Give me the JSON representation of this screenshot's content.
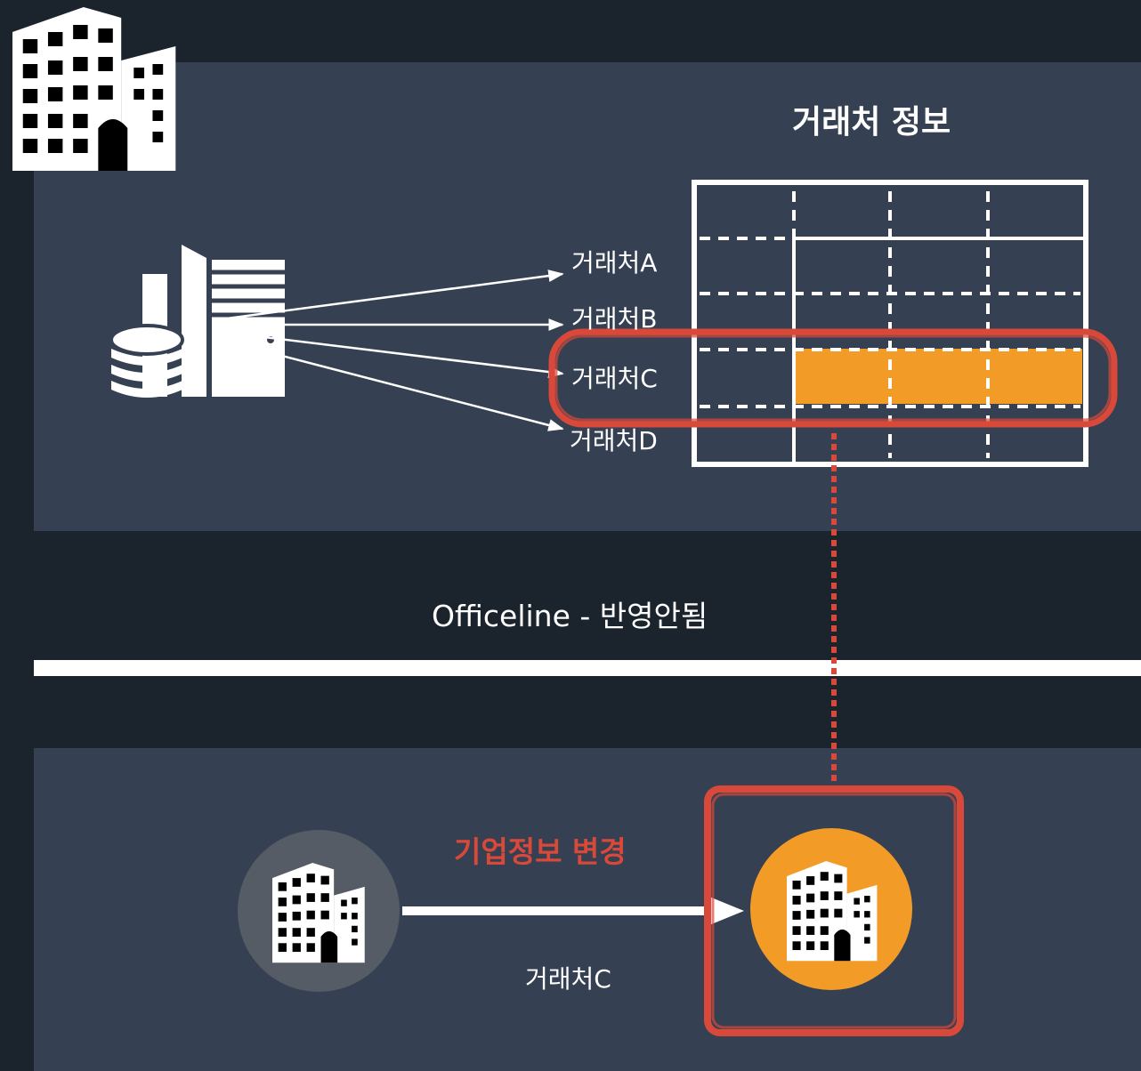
{
  "table_title": "거래처 정보",
  "row_labels": [
    "거래처A",
    "거래처B",
    "거래처C",
    "거래처D"
  ],
  "divider_text": "Officeline - 반영안됨",
  "change_text": "기업정보 변경",
  "company_label": "거래처C",
  "icons": {
    "corner": "building-icon",
    "server": "server-database-icon",
    "old_company": "building-icon",
    "new_company": "building-icon"
  },
  "colors": {
    "background": "#1b232d",
    "panel": "#354052",
    "highlight": "#f29b27",
    "marker": "#d9493a",
    "old_company_circle": "#555c66"
  }
}
